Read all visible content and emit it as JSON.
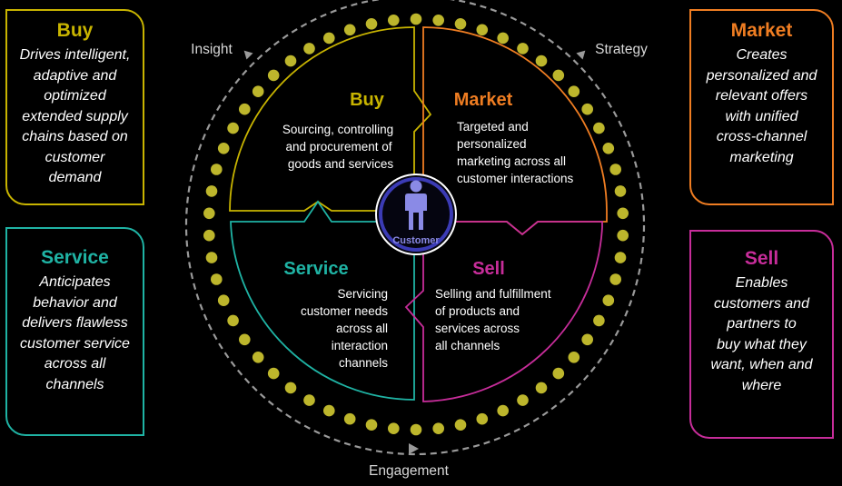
{
  "colors": {
    "buy": "#c8b400",
    "market": "#ef7d22",
    "service": "#1fb3a4",
    "sell": "#c72d9a",
    "dots": "#bdb62c",
    "customer": "#8a8ae6"
  },
  "side_boxes": {
    "buy": {
      "title": "Buy",
      "lines": [
        "Drives intelligent,",
        "adaptive and",
        "optimized",
        "extended supply",
        "chains based on",
        "customer",
        "demand"
      ]
    },
    "market": {
      "title": "Market",
      "lines": [
        "Creates",
        "personalized and",
        "relevant offers",
        "with unified",
        "cross-channel",
        "marketing"
      ]
    },
    "service": {
      "title": "Service",
      "lines": [
        "Anticipates",
        "behavior and",
        "delivers flawless",
        "customer service",
        "across all",
        "channels"
      ]
    },
    "sell": {
      "title": "Sell",
      "lines": [
        "Enables",
        "customers and",
        "partners to",
        "buy what they",
        "want, when and",
        "where"
      ]
    }
  },
  "wheel": {
    "buy": {
      "title": "Buy",
      "lines": [
        "Sourcing, controlling",
        "and procurement of",
        "goods and  services"
      ]
    },
    "market": {
      "title": "Market",
      "lines": [
        "Targeted and",
        "personalized",
        "marketing across all",
        "customer interactions"
      ]
    },
    "service": {
      "title": "Service",
      "lines": [
        "Servicing",
        "customer needs",
        "across all",
        "interaction",
        "channels"
      ]
    },
    "sell": {
      "title": "Sell",
      "lines": [
        "Selling and fulfillment",
        "of products and",
        "services across",
        "all channels"
      ]
    },
    "center_label": "Customer"
  },
  "cycle_labels": {
    "insight": "Insight",
    "strategy": "Strategy",
    "engagement": "Engagement"
  }
}
